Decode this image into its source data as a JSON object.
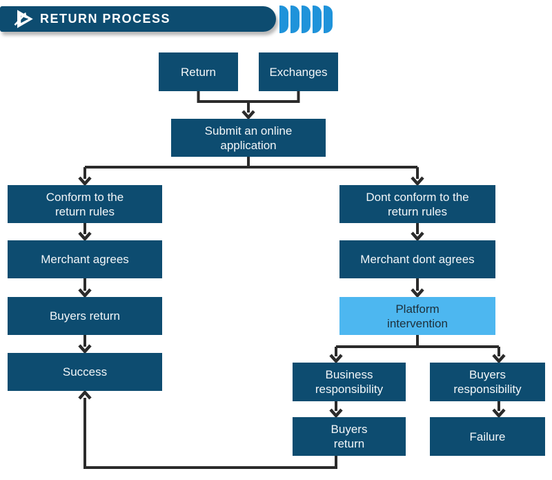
{
  "header": {
    "title": "RETURN PROCESS",
    "logo": "play-triangle-with-arrow",
    "chevron_count": 5
  },
  "colors": {
    "banner": "#0d4c70",
    "node": "#0d4c70",
    "node_text": "#f2f6f8",
    "highlight_node": "#4db7f0",
    "highlight_node_text": "#1d2f3a",
    "chevron": "#1f93da",
    "connector": "#2b2b2b",
    "background": "#ffffff"
  },
  "nodes": [
    {
      "id": "return",
      "label": "Return",
      "highlight": false
    },
    {
      "id": "exchanges",
      "label": "Exchanges",
      "highlight": false
    },
    {
      "id": "submit",
      "label": "Submit an online application",
      "highlight": false
    },
    {
      "id": "conform",
      "label": "Conform to the return rules",
      "highlight": false
    },
    {
      "id": "merchant_agrees",
      "label": "Merchant agrees",
      "highlight": false
    },
    {
      "id": "buyers_return_left",
      "label": "Buyers return",
      "highlight": false
    },
    {
      "id": "success",
      "label": "Success",
      "highlight": false
    },
    {
      "id": "dont_conform",
      "label": "Dont conform to the return rules",
      "highlight": false
    },
    {
      "id": "merchant_dont_agrees",
      "label": "Merchant dont agrees",
      "highlight": false
    },
    {
      "id": "platform_intervention",
      "label": "Platform intervention",
      "highlight": true
    },
    {
      "id": "business_responsibility",
      "label": "Business responsibility",
      "highlight": false
    },
    {
      "id": "buyers_responsibility",
      "label": "Buyers responsibility",
      "highlight": false
    },
    {
      "id": "buyers_return_bottom",
      "label": "Buyers return",
      "highlight": false
    },
    {
      "id": "failure",
      "label": "Failure",
      "highlight": false
    }
  ],
  "edges": [
    {
      "from": "return",
      "to": "submit"
    },
    {
      "from": "exchanges",
      "to": "submit"
    },
    {
      "from": "submit",
      "to": "conform"
    },
    {
      "from": "submit",
      "to": "dont_conform"
    },
    {
      "from": "conform",
      "to": "merchant_agrees"
    },
    {
      "from": "merchant_agrees",
      "to": "buyers_return_left"
    },
    {
      "from": "buyers_return_left",
      "to": "success"
    },
    {
      "from": "dont_conform",
      "to": "merchant_dont_agrees"
    },
    {
      "from": "merchant_dont_agrees",
      "to": "platform_intervention"
    },
    {
      "from": "platform_intervention",
      "to": "business_responsibility"
    },
    {
      "from": "platform_intervention",
      "to": "buyers_responsibility"
    },
    {
      "from": "business_responsibility",
      "to": "buyers_return_bottom"
    },
    {
      "from": "buyers_responsibility",
      "to": "failure"
    },
    {
      "from": "buyers_return_bottom",
      "to": "success"
    }
  ]
}
